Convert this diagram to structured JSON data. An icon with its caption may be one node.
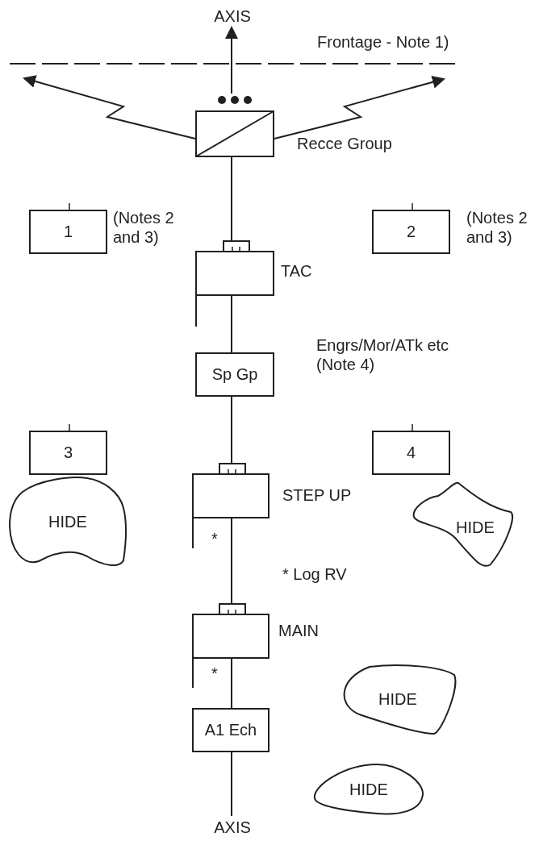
{
  "diagram": {
    "nodes": [
      {
        "text": [
          "AXIS"
        ]
      },
      {
        "text": [],
        "shape": "box",
        "beside": [
          "Recce Group"
        ]
      },
      {
        "text": [
          "1"
        ],
        "beside": [
          "(Notes 2 and 3)"
        ]
      },
      {
        "text": [
          "2"
        ],
        "beside": [
          "(Notes 2 and 3)"
        ]
      },
      {
        "text": [],
        "shape": "box",
        "beside": [
          "TAC"
        ]
      },
      {
        "text": [
          "Sp Gp"
        ],
        "beside": [
          "Engrs/Mor/ATk etc (Note 4)"
        ]
      },
      {
        "text": [
          "3"
        ]
      },
      {
        "text": [
          "4"
        ]
      },
      {
        "text": [
          "HIDE"
        ]
      },
      {
        "text": [],
        "shape": "box",
        "beside": [
          "STEP UP"
        ]
      },
      {
        "text": [
          "HIDE"
        ]
      },
      {
        "text": [],
        "shape": "box",
        "beside": [
          "MAIN"
        ]
      },
      {
        "text": [
          "HIDE"
        ]
      },
      {
        "text": [
          "A1 Ech"
        ]
      },
      {
        "text": [
          "HIDE"
        ]
      },
      {
        "text": [
          "AXIS"
        ]
      }
    ],
    "edges": [
      {
        "from": 1,
        "to": 0,
        "arrow": "to"
      },
      {
        "from": 1,
        "to": null,
        "arrow": "to"
      },
      {
        "from": 1,
        "to": null,
        "arrow": "to"
      },
      {
        "from": 1,
        "to": 4,
        "arrow": "none"
      },
      {
        "from": 4,
        "to": 5,
        "arrow": "none"
      },
      {
        "from": 5,
        "to": 9,
        "arrow": "none"
      },
      {
        "from": 9,
        "to": 11,
        "arrow": "none"
      },
      {
        "from": 11,
        "to": 13,
        "arrow": "none"
      },
      {
        "from": 13,
        "to": 15,
        "arrow": "none"
      }
    ],
    "labels": [
      "Frontage - Note 1)",
      "*",
      "* Log RV",
      "*"
    ]
  }
}
